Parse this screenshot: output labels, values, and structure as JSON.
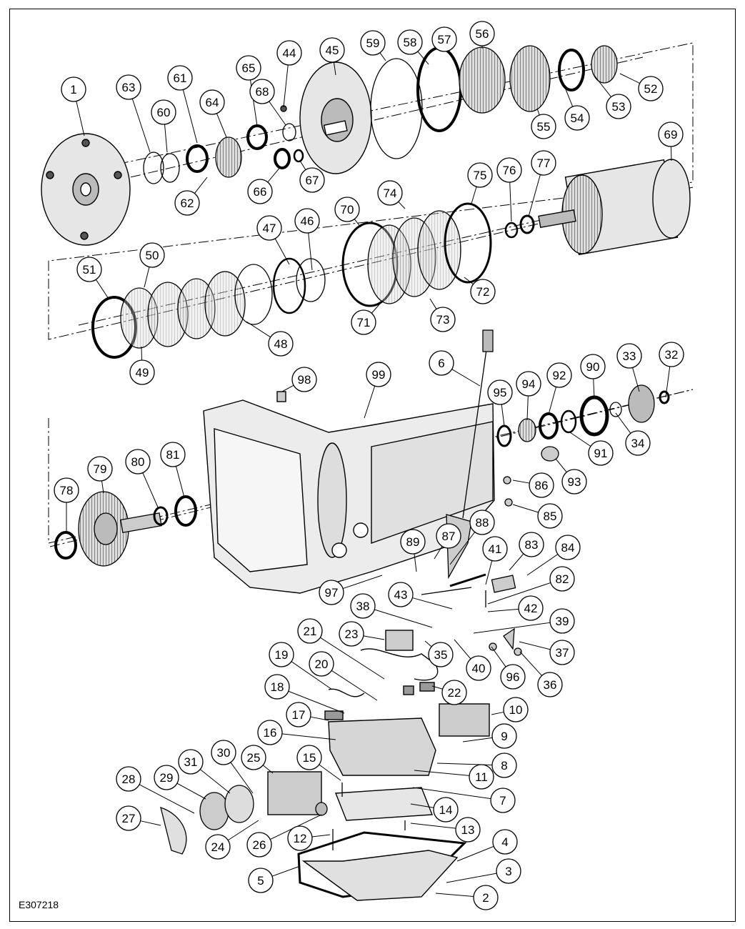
{
  "figure_id": "E307218",
  "colors": {
    "line": "#000000",
    "part_fill": "#e6e6e6",
    "part_dark": "#9a9a9a",
    "background": "#ffffff"
  },
  "callouts": [
    {
      "label": "1"
    },
    {
      "label": "2"
    },
    {
      "label": "3"
    },
    {
      "label": "4"
    },
    {
      "label": "5"
    },
    {
      "label": "6"
    },
    {
      "label": "7"
    },
    {
      "label": "8"
    },
    {
      "label": "9"
    },
    {
      "label": "10"
    },
    {
      "label": "11"
    },
    {
      "label": "12"
    },
    {
      "label": "13"
    },
    {
      "label": "14"
    },
    {
      "label": "15"
    },
    {
      "label": "16"
    },
    {
      "label": "17"
    },
    {
      "label": "18"
    },
    {
      "label": "19"
    },
    {
      "label": "20"
    },
    {
      "label": "21"
    },
    {
      "label": "22"
    },
    {
      "label": "23"
    },
    {
      "label": "24"
    },
    {
      "label": "25"
    },
    {
      "label": "26"
    },
    {
      "label": "27"
    },
    {
      "label": "28"
    },
    {
      "label": "29"
    },
    {
      "label": "30"
    },
    {
      "label": "31"
    },
    {
      "label": "32"
    },
    {
      "label": "33"
    },
    {
      "label": "34"
    },
    {
      "label": "35"
    },
    {
      "label": "36"
    },
    {
      "label": "37"
    },
    {
      "label": "38"
    },
    {
      "label": "39"
    },
    {
      "label": "40"
    },
    {
      "label": "41"
    },
    {
      "label": "42"
    },
    {
      "label": "43"
    },
    {
      "label": "44"
    },
    {
      "label": "45"
    },
    {
      "label": "46"
    },
    {
      "label": "47"
    },
    {
      "label": "48"
    },
    {
      "label": "49"
    },
    {
      "label": "50"
    },
    {
      "label": "51"
    },
    {
      "label": "52"
    },
    {
      "label": "53"
    },
    {
      "label": "54"
    },
    {
      "label": "55"
    },
    {
      "label": "56"
    },
    {
      "label": "57"
    },
    {
      "label": "58"
    },
    {
      "label": "59"
    },
    {
      "label": "60"
    },
    {
      "label": "61"
    },
    {
      "label": "62"
    },
    {
      "label": "63"
    },
    {
      "label": "64"
    },
    {
      "label": "65"
    },
    {
      "label": "66"
    },
    {
      "label": "67"
    },
    {
      "label": "68"
    },
    {
      "label": "69"
    },
    {
      "label": "70"
    },
    {
      "label": "71"
    },
    {
      "label": "72"
    },
    {
      "label": "73"
    },
    {
      "label": "74"
    },
    {
      "label": "75"
    },
    {
      "label": "76"
    },
    {
      "label": "77"
    },
    {
      "label": "78"
    },
    {
      "label": "79"
    },
    {
      "label": "80"
    },
    {
      "label": "81"
    },
    {
      "label": "82"
    },
    {
      "label": "83"
    },
    {
      "label": "84"
    },
    {
      "label": "85"
    },
    {
      "label": "86"
    },
    {
      "label": "87"
    },
    {
      "label": "88"
    },
    {
      "label": "89"
    },
    {
      "label": "90"
    },
    {
      "label": "91"
    },
    {
      "label": "92"
    },
    {
      "label": "93"
    },
    {
      "label": "94"
    },
    {
      "label": "95"
    },
    {
      "label": "96"
    },
    {
      "label": "97"
    },
    {
      "label": "98"
    },
    {
      "label": "99"
    }
  ]
}
